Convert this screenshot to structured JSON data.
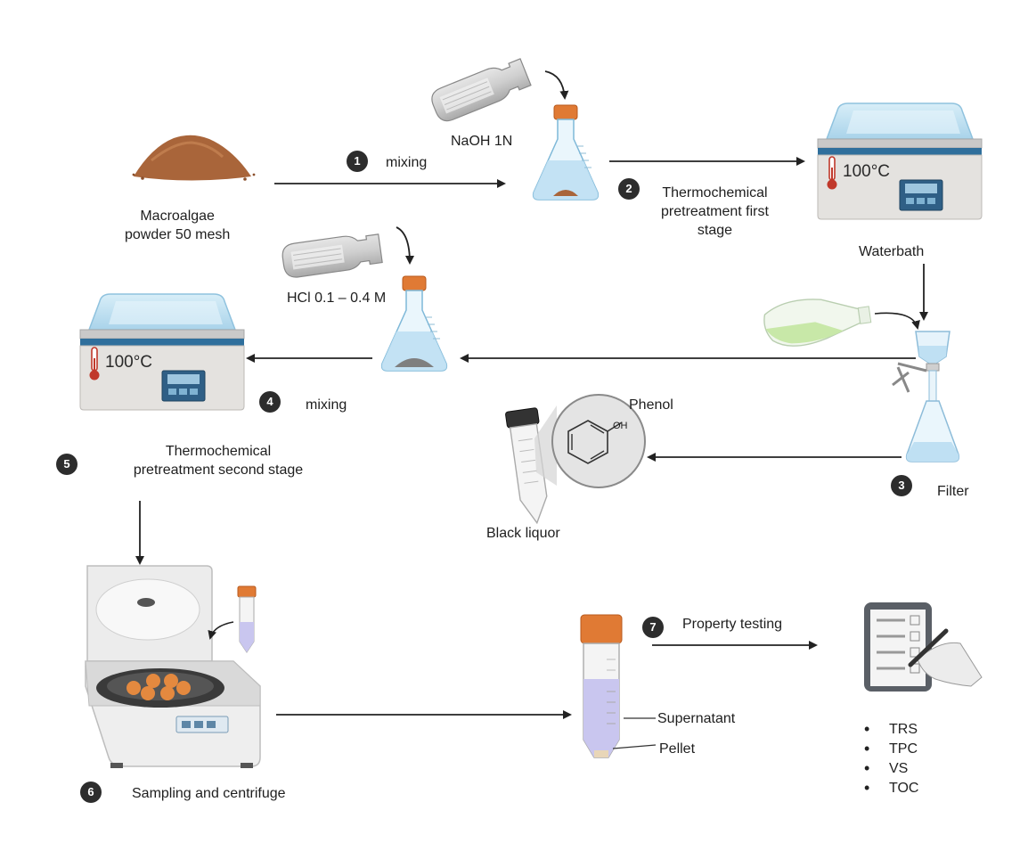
{
  "labels": {
    "macroalgae": "Macroalgae\npowder 50 mesh",
    "naoh": "NaOH 1N",
    "hcl": "HCl 0.1 – 0.4 M",
    "mixing_1": "mixing",
    "thermo_first": "Thermochemical\npretreatment first\nstage",
    "waterbath": "Waterbath",
    "filter": "Filter",
    "phenol": "Phenol",
    "oh": "OH",
    "black_liquor": "Black liquor",
    "mixing_4": "mixing",
    "thermo_second": "Thermochemical\npretreatment second stage",
    "centrifuge": "Sampling and centrifuge",
    "property_testing": "Property testing",
    "supernatant": "Supernatant",
    "pellet": "Pellet",
    "temp_1": "100°C",
    "temp_2": "100°C"
  },
  "steps": [
    "1",
    "2",
    "3",
    "4",
    "5",
    "6",
    "7"
  ],
  "tests": [
    "TRS",
    "TPC",
    "VS",
    "TOC"
  ],
  "icons": {
    "powder": "powder-pile-icon",
    "bottle": "reagent-bottle-icon",
    "flask": "erlenmeyer-flask-icon",
    "waterbath": "waterbath-icon",
    "filter": "vacuum-filter-icon",
    "tube": "centrifuge-tube-icon",
    "phenol": "phenol-structure-icon",
    "centrifuge": "centrifuge-machine-icon",
    "checklist": "checklist-icon"
  },
  "colors": {
    "powder": "#a9653a",
    "cap": "#e07a34",
    "liquid_blue": "#bfe0f3",
    "liquid_green": "#c8e8a8",
    "liquid_purple": "#c9c6ef",
    "bath_body": "#e4e2df",
    "bath_stripe": "#2f6f9c",
    "arrow": "#222222",
    "step_badge": "#2d2d2d"
  }
}
